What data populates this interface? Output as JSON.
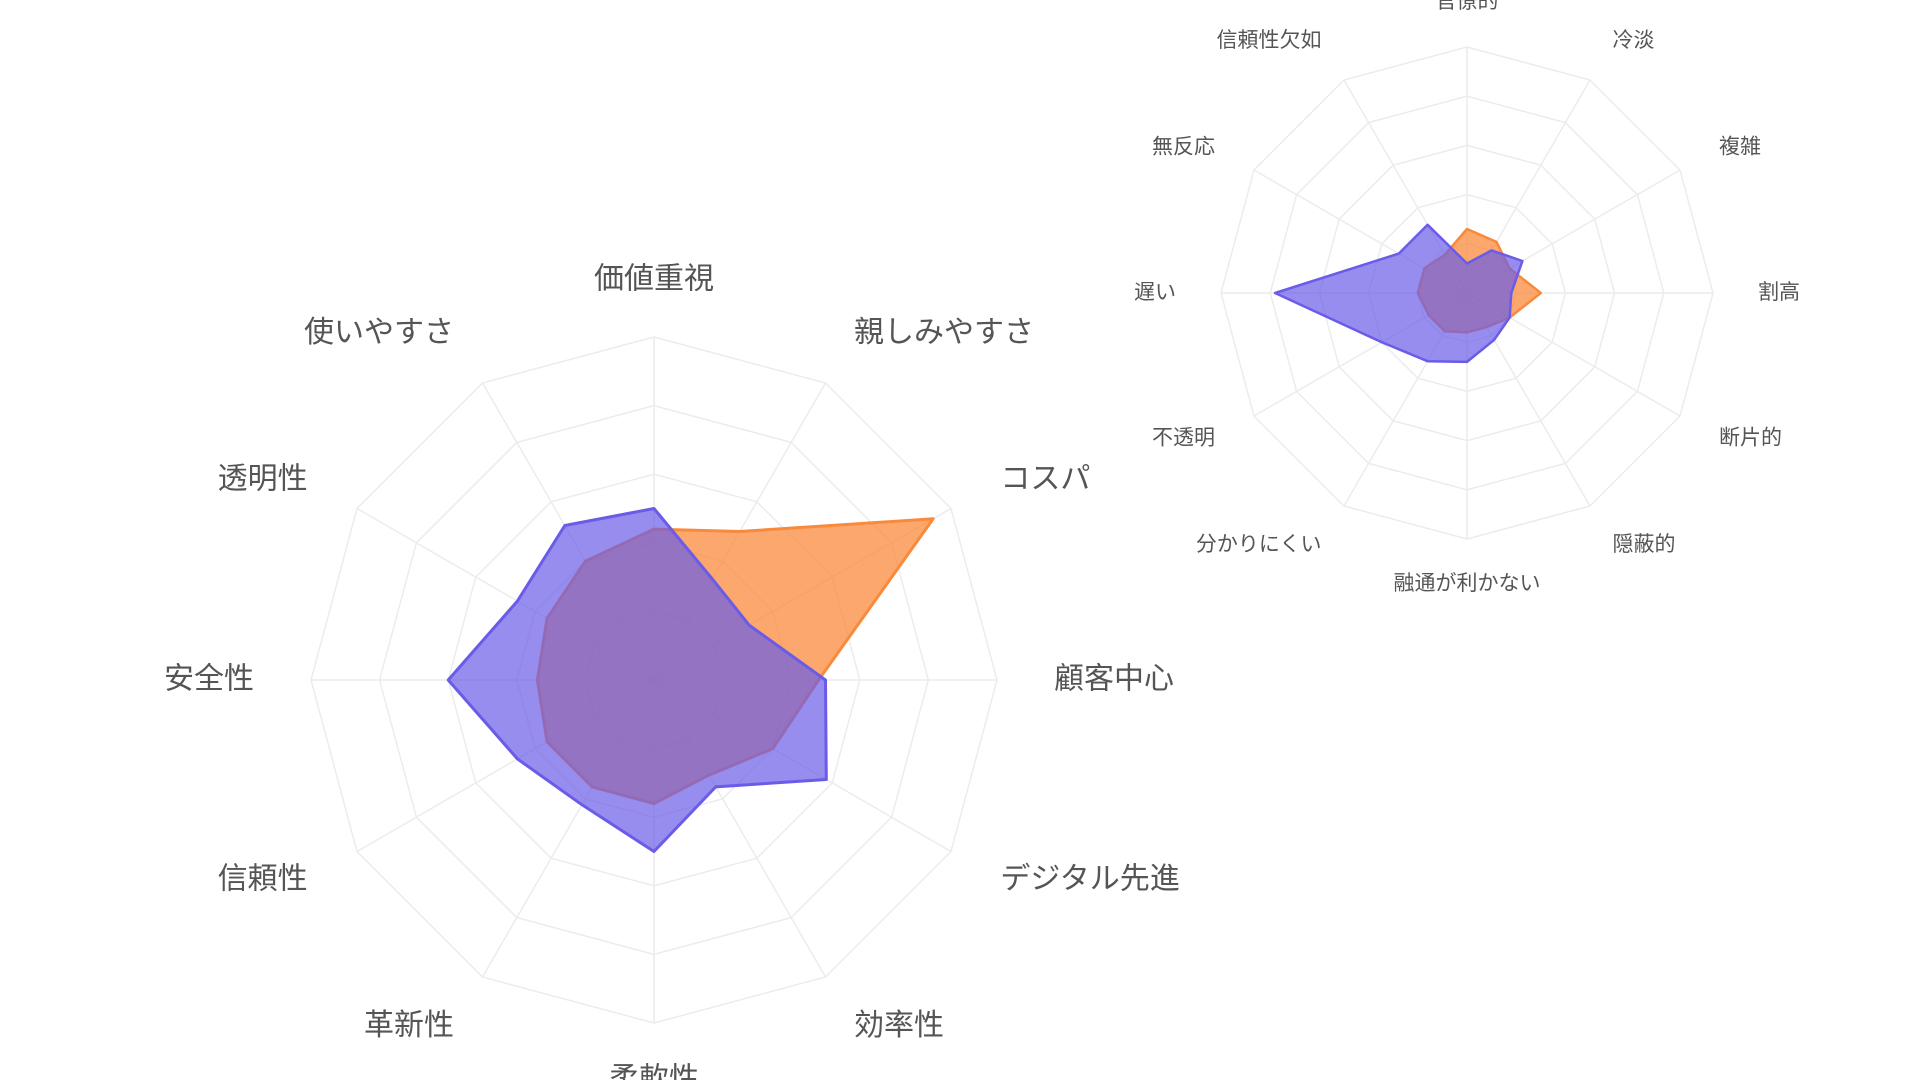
{
  "chart_data": [
    {
      "type": "radar",
      "title": "",
      "range": [
        0,
        5
      ],
      "grid_rings": 5,
      "legend": "none",
      "axes": [
        "価値重視",
        "親しみやすさ",
        "コスパ",
        "顧客中心",
        "デジタル先進",
        "効率性",
        "柔軟性",
        "革新性",
        "信頼性",
        "安全性",
        "透明性",
        "使いやすさ"
      ],
      "series": [
        {
          "color": "#f98a3c",
          "opacity": 0.75,
          "values": [
            2.2,
            2.5,
            4.7,
            2.4,
            2.0,
            1.6,
            1.8,
            1.8,
            1.8,
            1.7,
            1.8,
            2.0
          ]
        },
        {
          "color": "#6a5ce8",
          "opacity": 0.7,
          "values": [
            2.5,
            1.7,
            1.6,
            2.5,
            2.9,
            1.8,
            2.5,
            2.1,
            2.3,
            3.0,
            2.3,
            2.6
          ]
        }
      ]
    },
    {
      "type": "radar",
      "title": "",
      "range": [
        0,
        5
      ],
      "grid_rings": 5,
      "legend": "none",
      "axes": [
        "官僚的",
        "冷淡",
        "複雑",
        "割高",
        "断片的",
        "隠蔽的",
        "融通が利かない",
        "分かりにくい",
        "不透明",
        "遅い",
        "無反応",
        "信頼性欠如"
      ],
      "series": [
        {
          "color": "#f98a3c",
          "opacity": 0.75,
          "values": [
            1.3,
            1.2,
            1.0,
            1.5,
            1.0,
            0.8,
            0.8,
            0.9,
            0.9,
            1.0,
            1.0,
            0.9
          ]
        },
        {
          "color": "#6a5ce8",
          "opacity": 0.7,
          "values": [
            0.6,
            1.0,
            1.3,
            0.9,
            1.0,
            1.1,
            1.4,
            1.6,
            2.0,
            3.9,
            1.6,
            1.6
          ]
        }
      ]
    }
  ]
}
